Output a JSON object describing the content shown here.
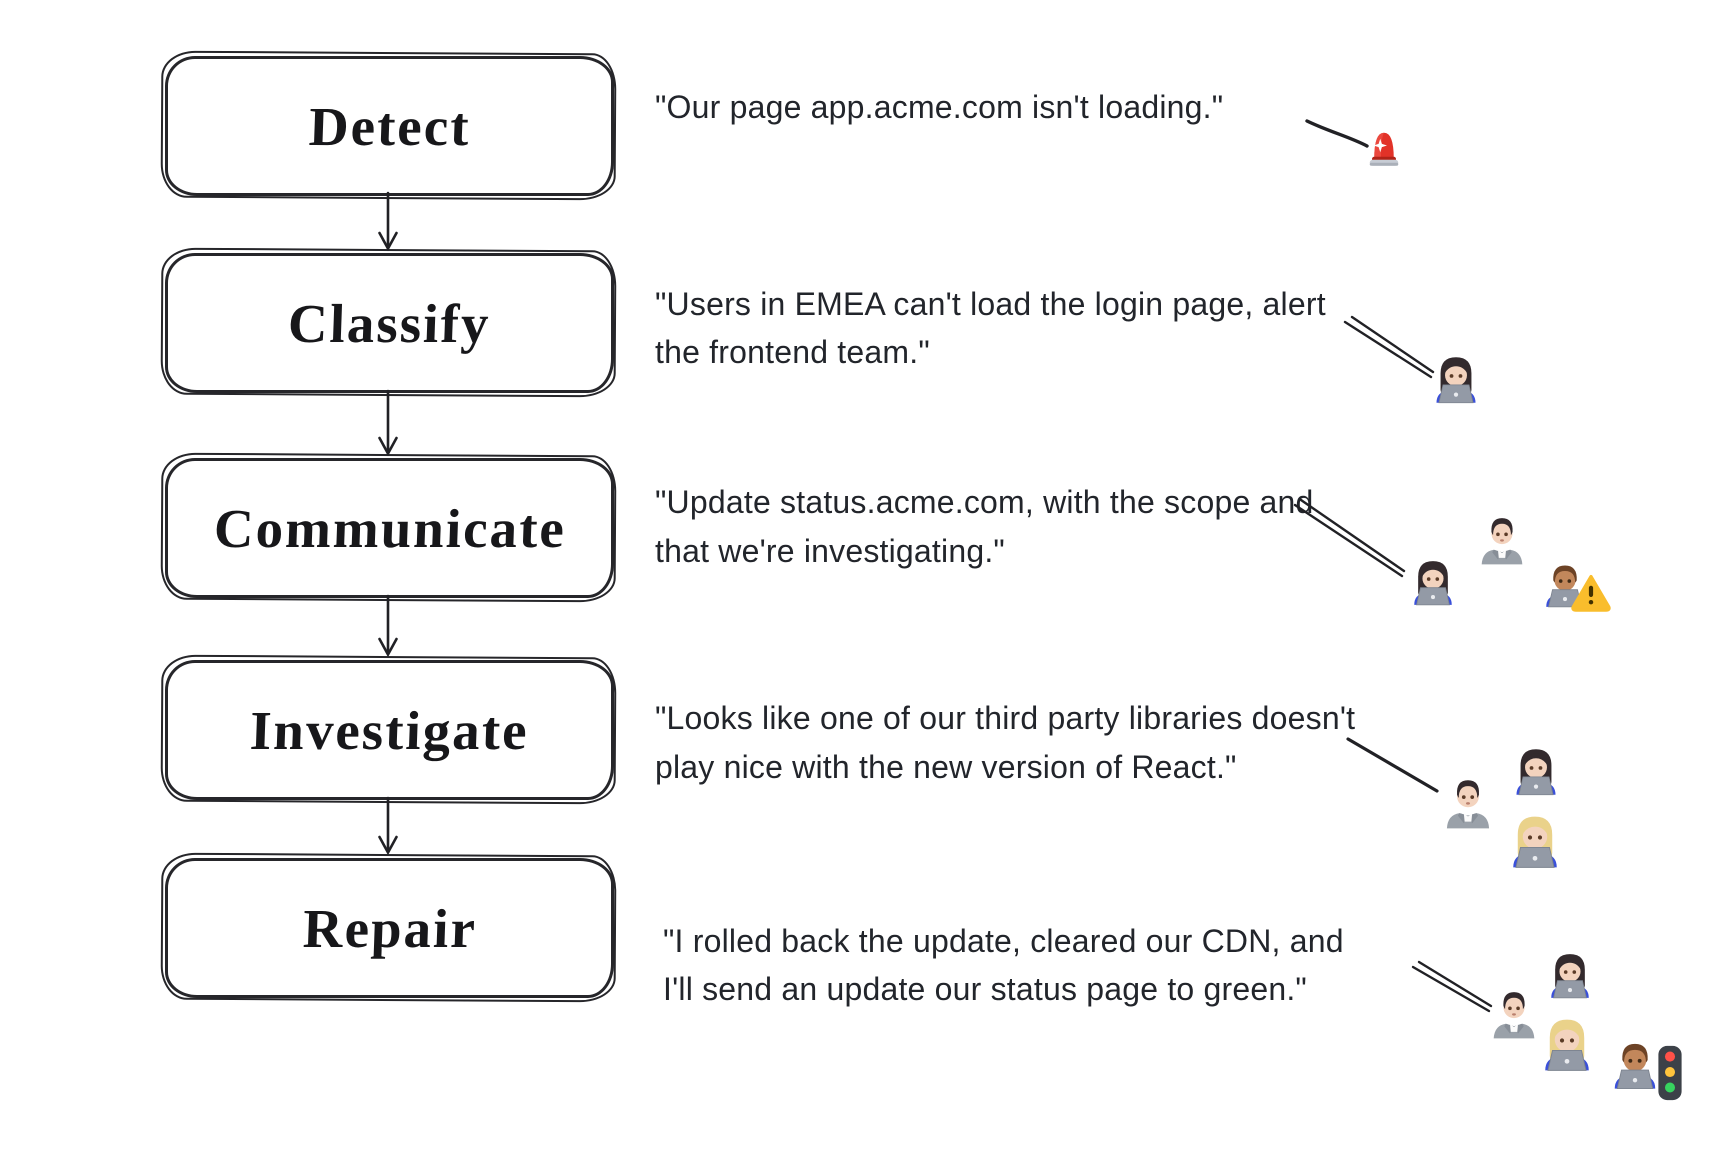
{
  "diagram_title": "incident response flow",
  "colors": {
    "ink": "#26262a",
    "text": "#22252b",
    "siren_red": "#e23228",
    "warning_yellow": "#f9bd2c",
    "laptop_gray": "#939aa6",
    "shirt_blue": "#3a50d9",
    "suit_gray": "#9aa1a9"
  },
  "flow": {
    "steps": [
      {
        "label": "Detect",
        "quote_lines": [
          "\"Our page app.acme.com isn't loading.\""
        ],
        "icons": [
          "police-car-light"
        ]
      },
      {
        "label": "Classify",
        "quote_lines": [
          "\"Users in EMEA can't load the login page, alert",
          "the frontend team.\""
        ],
        "icons": [
          "woman-technologist"
        ]
      },
      {
        "label": "Communicate",
        "quote_lines": [
          "\"Update status.acme.com, with the scope and",
          "that we're investigating.\""
        ],
        "icons": [
          "woman-technologist",
          "office-worker",
          "man-technologist-medium-skin",
          "warning-sign"
        ]
      },
      {
        "label": "Investigate",
        "quote_lines": [
          "\"Looks like one of our third party libraries doesn't",
          "play nice with the new version of React.\""
        ],
        "icons": [
          "office-worker",
          "woman-technologist",
          "blonde-woman-technologist"
        ]
      },
      {
        "label": "Repair",
        "quote_lines": [
          "\"I rolled back the update, cleared our CDN, and",
          "I'll send an update our status page to green.\""
        ],
        "icons": [
          "office-worker",
          "woman-technologist",
          "blonde-woman-technologist",
          "man-technologist-medium-skin",
          "vertical-traffic-light"
        ]
      }
    ]
  }
}
